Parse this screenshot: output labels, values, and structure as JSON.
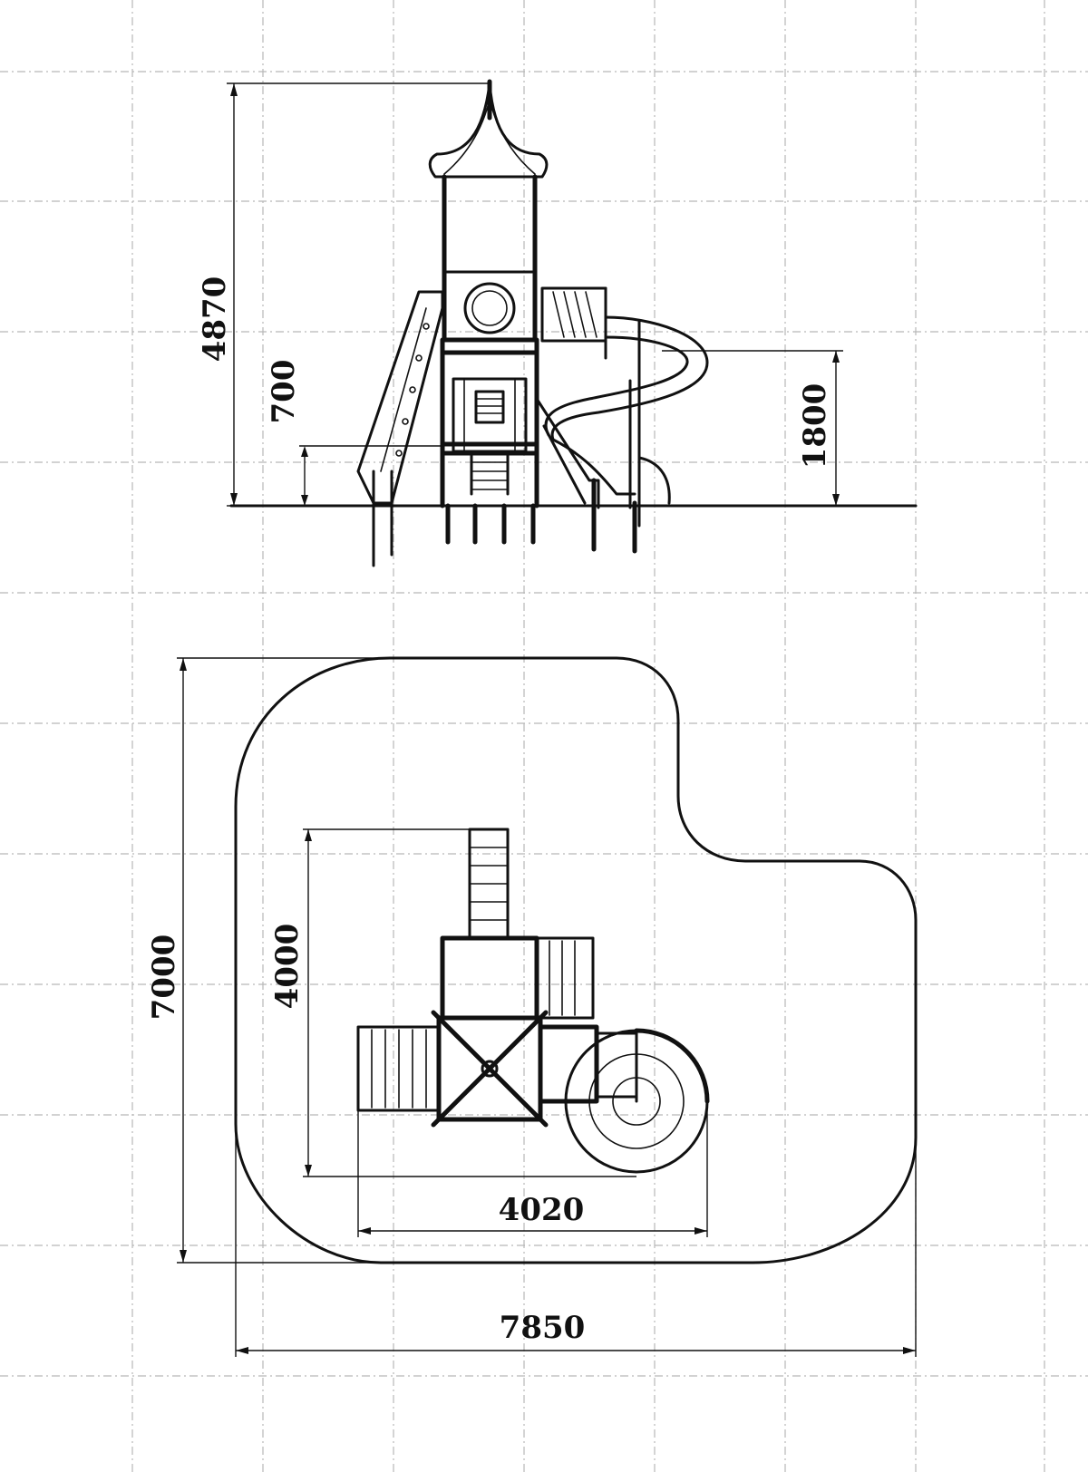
{
  "drawing": {
    "elevation": {
      "total_height": "4870",
      "platform_height": "700",
      "slide_height": "1800"
    },
    "plan": {
      "zone_depth": "7000",
      "zone_width": "7850",
      "equipment_depth": "4000",
      "equipment_width": "4020"
    },
    "colors": {
      "ink": "#111111",
      "grid": "#b8b8b8",
      "background": "#ffffff"
    }
  }
}
